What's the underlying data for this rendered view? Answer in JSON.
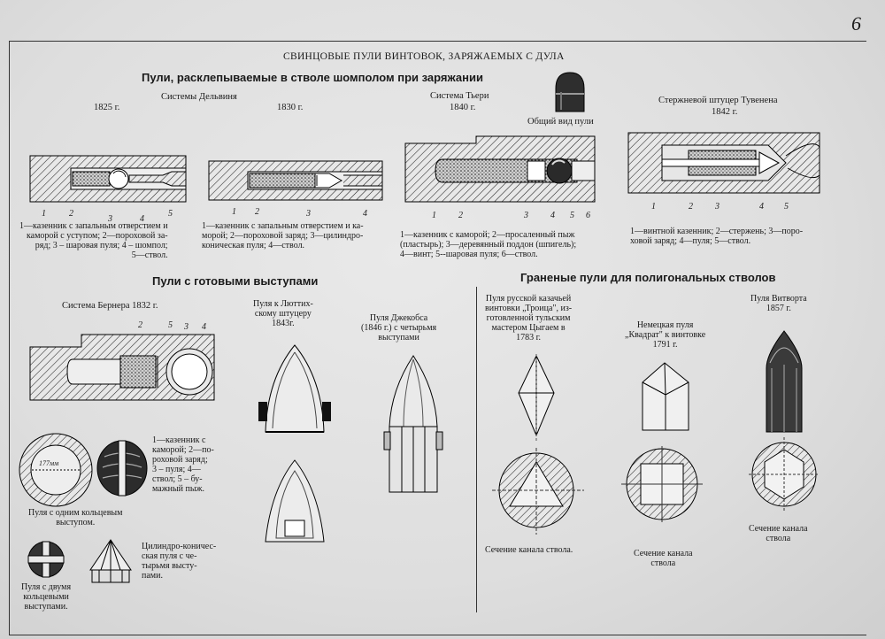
{
  "page_number": "6",
  "main_title": "СВИНЦОВЫЕ ПУЛИ ВИНТОВОК, ЗАРЯЖАЕМЫХ С ДУЛА",
  "section1": {
    "title": "Пули, расклепываемые в стволе шомполом при заряжании",
    "delvigne": {
      "system": "Системы Дельвиня",
      "year1": "1825 г.",
      "year2": "1830 г.",
      "caption1": "1—казенник с запальным отверстием и\nкаморой с уступом; 2—пороховой за-\nряд; 3 – шаровая пуля; 4 – шомпол;\n5—ствол.",
      "caption2": "1—казенник с запальным отверстием и ка-\nморой; 2—пороховой заряд; 3—цилиндро-\nконическая пуля; 4—ствол."
    },
    "thierry": {
      "system": "Система Тьери",
      "year": "1840 г.",
      "caption": "1—казенник с каморой; 2—просаленный пыж\n(пластырь); 3—деревянный поддон (шпигель);\n4—винт; 5--шаровая пуля; 6—ствол."
    },
    "general_view": "Общий вид пули",
    "thouvenin": {
      "system": "Стержневой штуцер Тувенена",
      "year": "1842 г.",
      "caption": "1—винтной казенник; 2—стержень; 3—поро-\nховой заряд; 4—пуля; 5—ствол."
    }
  },
  "section2": {
    "title": "Пули с готовыми выступами",
    "berner": {
      "system": "Система Бернера 1832 г.",
      "ring_label": "177мм",
      "caption_one_ring": "Пуля с одним кольцевым\nвыступом.",
      "legend": "1—казенник с\nкаморой; 2—по-\nроховой заряд;\n3 – пуля; 4—\nствол; 5 – бу-\nмажный пыж.",
      "caption_two_rings": "Пуля с двумя\nкольцевыми\nвыступами.",
      "caption_cyl_con": "Цилиндро-коничес-\nская пуля с че-\nтырьмя высту-\nпами."
    },
    "luttich": "Пуля к Люттих-\nскому штуцеру\n1843г.",
    "jacobs": "Пуля Джекобса\n(1846 г.) с четырьмя\nвыступами"
  },
  "section3": {
    "title": "Граненые пули для полигональных стволов",
    "troitsa": "Пуля русской казачьей\nвинтовки „Троица\", из-\nготовленной тульским\nмастером Цыгаем в\n1783 г.",
    "kvadrat": "Немецкая пуля\n„Квадрат\" к винтовке\n1791 г.",
    "whitworth": "Пуля Витворта\n1857 г.",
    "bore_section": "Сечение канала ствола.",
    "bore_section2": "Сечение канала\nствола",
    "bore_section3": "Сечение канала\nствола"
  },
  "part_numbers": {
    "n1": "1",
    "n2": "2",
    "n3": "3",
    "n4": "4",
    "n5": "5",
    "n6": "6"
  }
}
